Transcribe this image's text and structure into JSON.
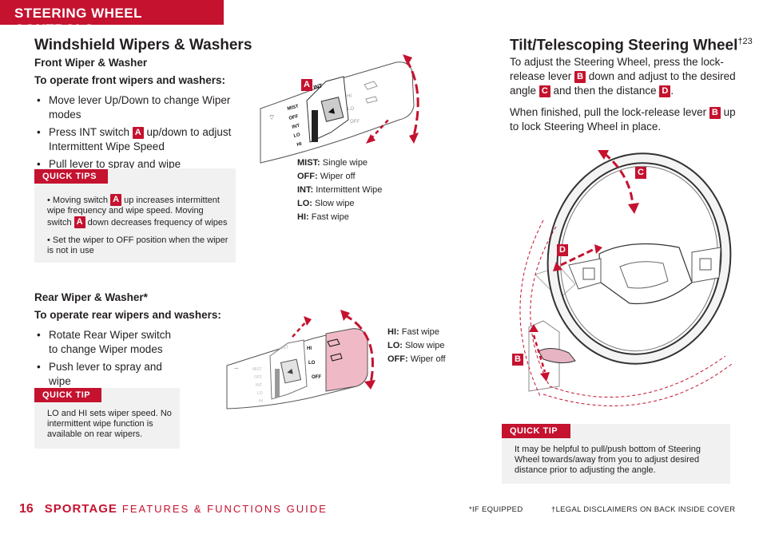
{
  "header": {
    "title": "STEERING WHEEL CONTROLS"
  },
  "wipers": {
    "title": "Windshield Wipers & Washers",
    "front": {
      "subtitle": "Front Wiper & Washer",
      "instruction": "To operate front wipers and washers:",
      "bullet1": "Move lever Up/Down to change Wiper modes",
      "bullet2_pre": "Press INT switch",
      "bullet2_badge": "A",
      "bullet2_post": "up/down to adjust Intermittent Wipe Speed",
      "bullet3": "Pull lever to spray and wipe",
      "tips_label": "QUICK TIPS",
      "tip1_pre": "Moving switch",
      "tip1_badge": "A",
      "tip1_mid": "up increases intermittent wipe frequency and wipe speed. Moving switch",
      "tip1_badge2": "A",
      "tip1_post": "down decreases frequency of wipes",
      "tip2": "Set the wiper to OFF position when the wiper is not in use",
      "diagram_label": "A",
      "legend": [
        {
          "key": "MIST:",
          "text": "Single wipe"
        },
        {
          "key": "OFF:",
          "text": "Wiper off"
        },
        {
          "key": "INT:",
          "text": "Intermittent Wipe"
        },
        {
          "key": "LO:",
          "text": "Slow wipe"
        },
        {
          "key": "HI:",
          "text": "Fast wipe"
        }
      ],
      "lever_marks": [
        "MIST",
        "OFF",
        "INT",
        "LO",
        "HI"
      ],
      "lever_top": "INT",
      "lever_right": [
        "HI",
        "LO",
        "OFF"
      ]
    },
    "rear": {
      "subtitle": "Rear Wiper & Washer*",
      "instruction": "To operate rear wipers and washers:",
      "bullet1": "Rotate Rear Wiper switch to change Wiper modes",
      "bullet2": "Push lever to spray and wipe",
      "tip_label": "QUICK TIP",
      "tip_text": "LO and HI sets wiper speed. No intermittent wipe function is available on rear wipers.",
      "legend": [
        {
          "key": "HI:",
          "text": "Fast wipe"
        },
        {
          "key": "LO:",
          "text": "Slow wipe"
        },
        {
          "key": "OFF:",
          "text": "Wiper off"
        }
      ],
      "lever_marks": [
        "MIST",
        "OFF",
        "INT",
        "LO",
        "HI"
      ],
      "lever_top": "INT",
      "lever_right": [
        "HI",
        "LO",
        "OFF"
      ]
    }
  },
  "steering": {
    "title": "Tilt/Telescoping Steering Wheel",
    "title_sup": "†23",
    "p1_a": "To adjust the Steering Wheel, press the lock-release lever",
    "p1_b": "B",
    "p1_c": "down and adjust to the desired angle",
    "p1_d": "C",
    "p1_e": "and then the distance",
    "p1_f": "D",
    "p1_g": ".",
    "p2_a": "When finished, pull the lock-release lever",
    "p2_b": "B",
    "p2_c": "up to lock Steering Wheel in place.",
    "label_c": "C",
    "label_d": "D",
    "label_b": "B",
    "tip_label": "QUICK TIP",
    "tip_text": "It may be helpful to pull/push bottom of Steering Wheel towards/away from you to adjust desired distance prior to adjusting the angle."
  },
  "footer": {
    "page_number": "16",
    "brand": "SPORTAGE",
    "guide": "FEATURES & FUNCTIONS GUIDE",
    "if_equipped": "*IF EQUIPPED",
    "disclaimer": "†LEGAL DISCLAIMERS ON BACK INSIDE COVER"
  },
  "colors": {
    "accent": "#c4122f",
    "tip_bg": "#f1f1f2",
    "text": "#231f20"
  }
}
